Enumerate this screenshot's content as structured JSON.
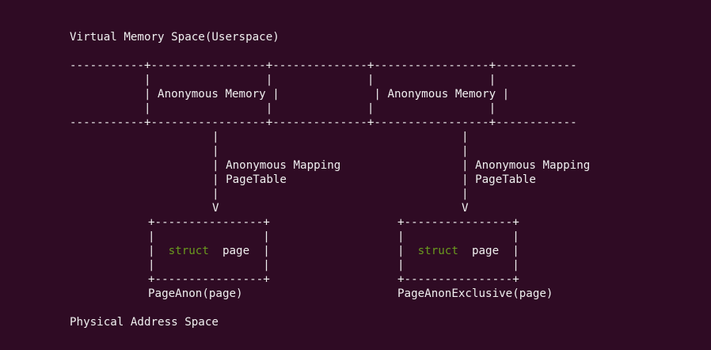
{
  "diagram": {
    "top_title": "Virtual Memory Space(Userspace)",
    "bottom_title": "Physical Address Space",
    "virtual_band": {
      "border_line": "-----------+-----------------+--------------+-----------------+------------",
      "spacer_line": "           |                 |              |                 |",
      "label_line": "           | Anonymous Memory |              | Anonymous Memory |"
    },
    "mappings": {
      "pipe": "|",
      "label_line_1": "| Anonymous Mapping",
      "label_line_2": "| PageTable",
      "arrow": "V"
    },
    "page_box": {
      "border": "+----------------+",
      "side_line": "|                |",
      "left_part": "|  ",
      "keyword": "struct",
      "right_part": "  page  |"
    },
    "page_labels": {
      "left": "PageAnon(page)",
      "right": "PageAnonExclusive(page)"
    },
    "colors": {
      "background": "#2f0b24",
      "text": "#f0f0f0",
      "keyword": "#6a9a1e"
    }
  }
}
